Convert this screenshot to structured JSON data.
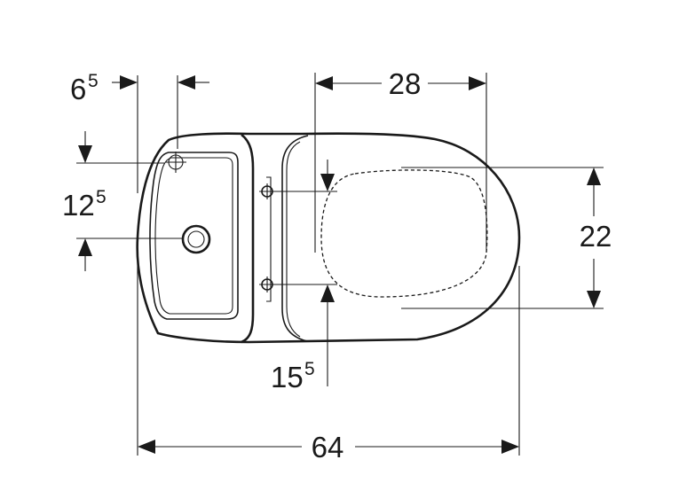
{
  "dimensions": {
    "tap_hole_offset": {
      "base": "6",
      "superscript": "5"
    },
    "hole_spacing": {
      "base": "12",
      "superscript": "5"
    },
    "seat_offset": {
      "label": "28"
    },
    "seat_fixing_spacing": {
      "label": "22"
    },
    "fixing_depth": {
      "base": "15",
      "superscript": "5"
    },
    "overall_length": {
      "label": "64"
    }
  }
}
